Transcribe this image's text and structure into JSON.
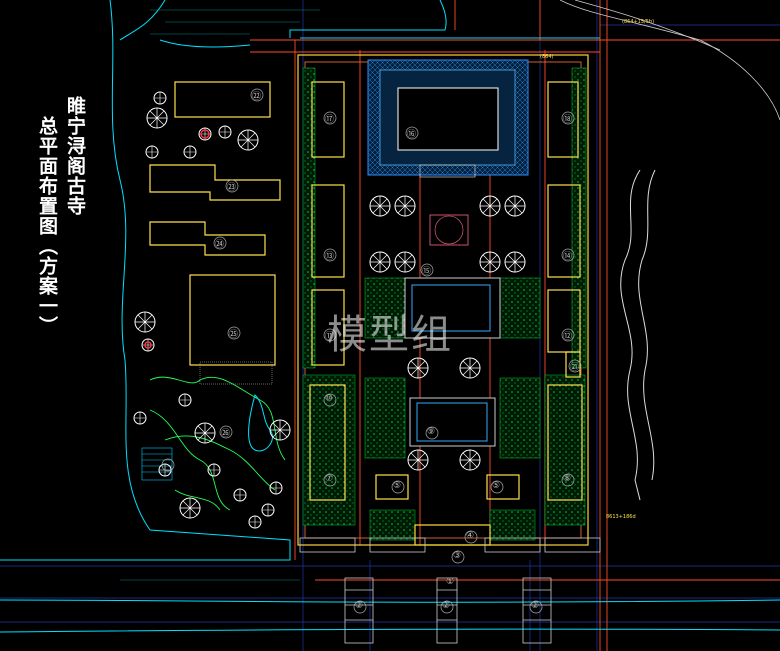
{
  "drawing": {
    "title_line_1": "睢宁浔阁古寺",
    "title_line_2": "总平面布置图（方案一）",
    "watermark": "模型组",
    "annotations": {
      "top_right_note": "(864+15/5b)",
      "top_mid_note": "(864)",
      "right_side_note": "8613+186d"
    },
    "building_numbers": [
      "①",
      "②",
      "②",
      "②",
      "③",
      "④",
      "⑤",
      "⑤",
      "⑦",
      "⑧",
      "⑨",
      "⑩",
      "⑪",
      "⑫",
      "⑬",
      "⑭",
      "⑮",
      "⑯",
      "⑰",
      "⑱",
      "㉑",
      "㉒",
      "㉓",
      "㉔",
      "㉕",
      "㉖"
    ]
  },
  "colors": {
    "background": "#000000",
    "boundary": "#00e5ff",
    "building": "#ffff66",
    "road": "#ff5533",
    "grid": "#3355ff",
    "hall": "#00aaff",
    "green": "#00ff44",
    "white": "#ffffff"
  }
}
